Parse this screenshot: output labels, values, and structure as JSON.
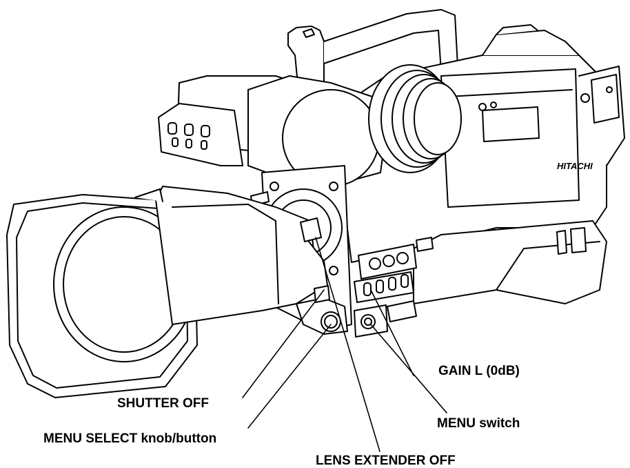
{
  "brand": "HITACHI",
  "callouts": [
    {
      "id": "gain-l",
      "label": "GAIN L (0dB)"
    },
    {
      "id": "shutter-off",
      "label": "SHUTTER OFF"
    },
    {
      "id": "menu-switch",
      "label": "MENU switch"
    },
    {
      "id": "menu-select",
      "label": "MENU SELECT knob/button"
    },
    {
      "id": "lens-extender",
      "label": "LENS EXTENDER OFF"
    }
  ]
}
